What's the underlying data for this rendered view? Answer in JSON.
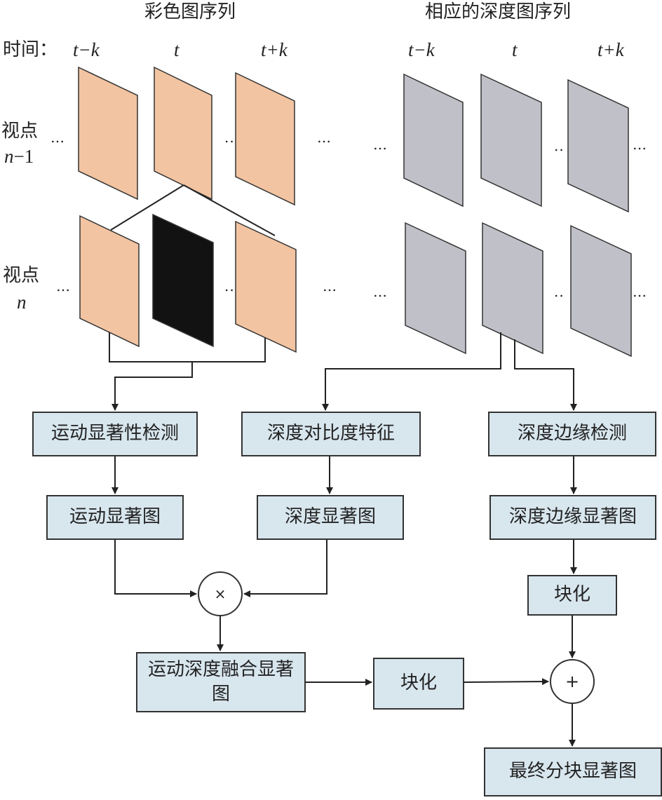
{
  "headers": {
    "color_seq": "彩色图序列",
    "depth_seq": "相应的深度图序列"
  },
  "time_label": "时间：",
  "time_marks": {
    "prev": "t−k",
    "cur": "t",
    "next": "t+k"
  },
  "views": {
    "upper": {
      "line1": "视点",
      "line2_var": "n",
      "line2_rest": "−1"
    },
    "lower": {
      "line1": "视点",
      "line2_var": "n"
    }
  },
  "ellipsis": "…",
  "ellipsis_short": "..",
  "boxes": {
    "motion_detect": "运动显著性检测",
    "depth_contrast": "深度对比度特征",
    "depth_edge_detect": "深度边缘检测",
    "motion_map": "运动显著图",
    "depth_map": "深度显著图",
    "depth_edge_map": "深度边缘显著图",
    "block_right": "块化",
    "fusion_map": "运动深度融合显著图",
    "block_left": "块化",
    "final_map": "最终分块显著图"
  },
  "operators": {
    "multiply": "×",
    "add": "+"
  },
  "colors": {
    "color_frame": "#f2c4a2",
    "current_frame": "#121212",
    "depth_frame": "#c0c1c8",
    "box_fill": "#d8e6ee",
    "stroke": "#333333"
  }
}
